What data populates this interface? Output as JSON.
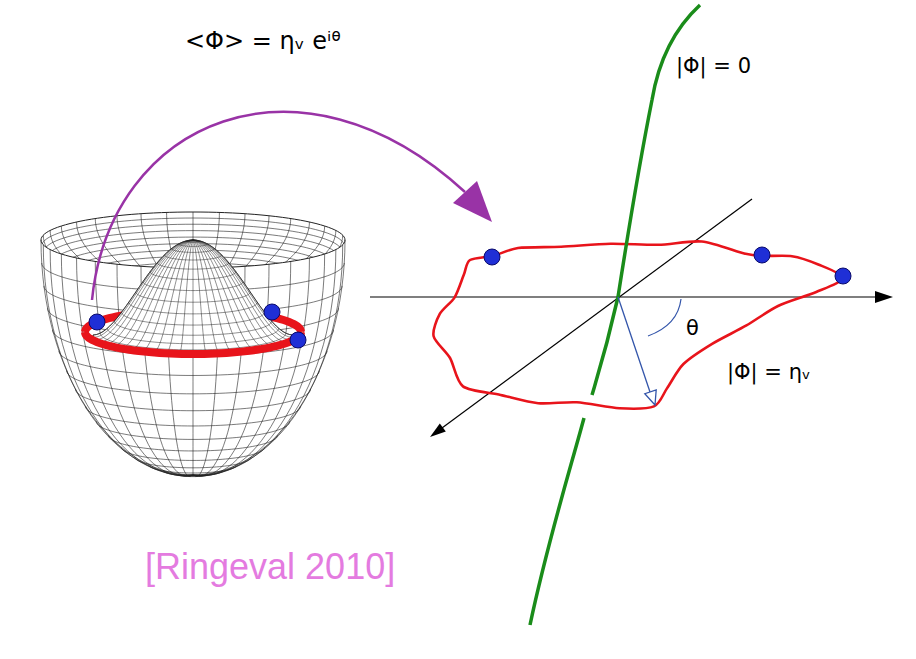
{
  "diagram": {
    "labels": [
      "<Φ> = ηᵥ eⁱᶿ",
      "|Φ| = 0",
      "θ",
      "|Φ| = ηᵥ",
      "[Ringeval 2010]"
    ]
  }
}
